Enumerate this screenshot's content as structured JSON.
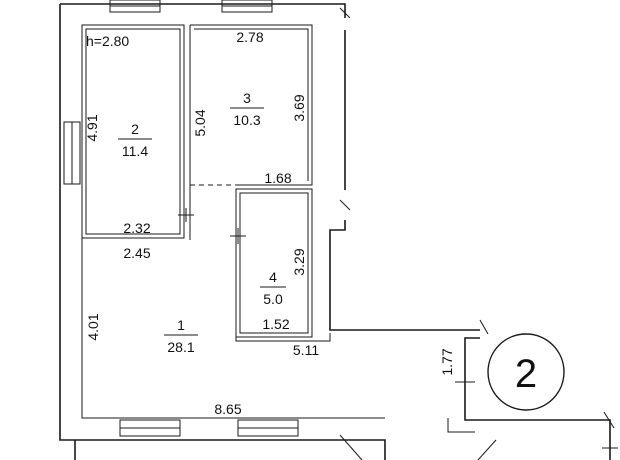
{
  "plan": {
    "ceiling_height": "h=2.80",
    "unit_number": "2",
    "rooms": [
      {
        "id": "1",
        "area": "28.1"
      },
      {
        "id": "2",
        "area": "11.4"
      },
      {
        "id": "3",
        "area": "10.3"
      },
      {
        "id": "4",
        "area": "5.0"
      }
    ],
    "dimensions": {
      "room2_height": "4.91",
      "room2_width_bottom": "2.32",
      "room3_width_top": "2.78",
      "room3_height_left": "5.04",
      "room3_height_right": "3.69",
      "room3_width_bottom": "1.68",
      "room1_width_top": "2.45",
      "room1_height": "4.01",
      "room1_width_bottom": "8.65",
      "room1_width_mid": "5.11",
      "room4_height": "3.29",
      "room4_width": "1.52",
      "stair_height": "1.77"
    }
  }
}
